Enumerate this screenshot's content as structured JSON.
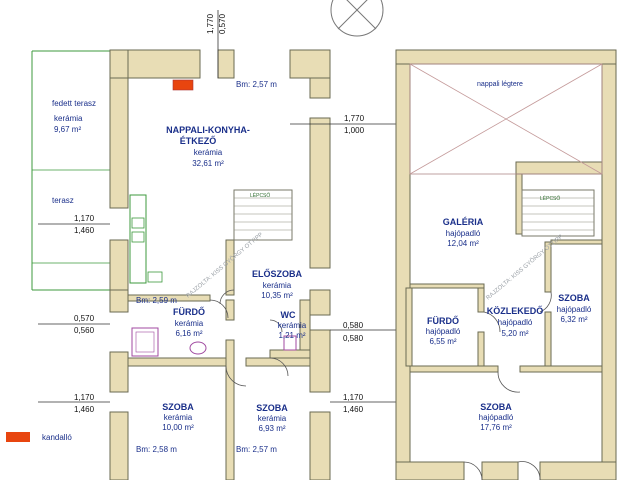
{
  "ground": {
    "rooms": {
      "nappali": {
        "name_l1": "NAPPALI-KONYHA-",
        "name_l2": "ÉTKEZŐ",
        "material": "kerámia",
        "area": "32,61 m²"
      },
      "eloszoba": {
        "name": "ELŐSZOBA",
        "material": "kerámia",
        "area": "10,35 m²"
      },
      "furdo": {
        "name": "FÜRDŐ",
        "material": "kerámia",
        "area": "6,16 m²"
      },
      "wc": {
        "name": "WC",
        "material": "kerámia",
        "area": "1,21 m²"
      },
      "szoba1": {
        "name": "SZOBA",
        "material": "kerámia",
        "area": "10,00 m²"
      },
      "szoba2": {
        "name": "SZOBA",
        "material": "kerámia",
        "area": "6,93 m²"
      },
      "fedett_terasz": {
        "name": "fedett terasz",
        "material": "kerámia",
        "area": "9,67 m²"
      },
      "terasz": {
        "name": "terasz"
      }
    },
    "bm": {
      "top": "Bm: 2,57 m",
      "furdo": "Bm: 2,59 m",
      "szoba1": "Bm: 2,58 m",
      "szoba2": "Bm: 2,57 m"
    },
    "stair": "LÉPCSŐ"
  },
  "upper": {
    "rooms": {
      "legter": {
        "name": "nappali légtere"
      },
      "galeria": {
        "name": "GALÉRIA",
        "material": "hajópadló",
        "area": "12,04 m²"
      },
      "furdo": {
        "name": "FÜRDŐ",
        "material": "hajópadló",
        "area": "6,55 m²"
      },
      "kozlekedo": {
        "name": "KÖZLEKEDŐ",
        "material": "hajópadló",
        "area": "5,20 m²"
      },
      "szoba_small": {
        "name": "SZOBA",
        "material": "hajópadló",
        "area": "6,32 m²"
      },
      "szoba_big": {
        "name": "SZOBA",
        "material": "hajópadló",
        "area": "17,76 m²"
      }
    },
    "stair": "LÉPCSŐ"
  },
  "dimensions": {
    "top_a": "1,770",
    "top_b": "0,570",
    "right_top_a": "1,770",
    "right_top_b": "1,000",
    "left_mid_a": "1,170",
    "left_mid_b": "1,460",
    "left_low_a": "0,570",
    "left_low_b": "0,560",
    "right_mid_a": "0,580",
    "right_mid_b": "0,580",
    "left_bot_a": "1,170",
    "left_bot_b": "1,460",
    "right_bot_a": "1,170",
    "right_bot_b": "1,460"
  },
  "legend": {
    "kandallo": "kandalló",
    "swatch_color": "#e8450f"
  },
  "watermark": "RAJZOLTA: KISS GYÖRGY OTTIPP"
}
